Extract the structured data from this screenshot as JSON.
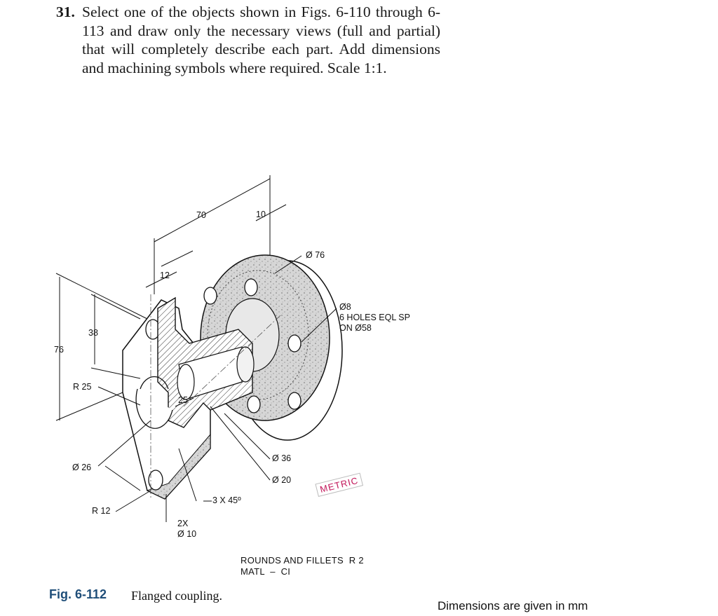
{
  "problem": {
    "number": "31.",
    "text": "Select one of the objects shown in Figs. 6-110 through 6-113 and draw only the necessary views (full and partial) that will completely describe each part. Add dimensions and machining symbols where required. Scale 1:1."
  },
  "dimensions": {
    "d70": "70",
    "d10": "10",
    "d12": "12",
    "d38": "38",
    "d76": "76",
    "r25": "R 25",
    "d25": "25",
    "dia26": "Ø 26",
    "r12": "R 12",
    "hole2x_a": "2X",
    "hole2x_b": "Ø 10",
    "chamfer": "3 X 45º",
    "dia36": "Ø 36",
    "dia20": "Ø 20",
    "dia76": "Ø 76",
    "holes_a": "Ø8",
    "holes_b": "6 HOLES EQL SP",
    "holes_c": "ON Ø58"
  },
  "metric_stamp": "METRIC",
  "notes": {
    "rounds": "ROUNDS AND FILLETS  R 2",
    "material": "MATL  –  CI"
  },
  "caption": {
    "figure_number": "Fig. 6-112",
    "figure_title": "Flanged coupling."
  },
  "footer_note": "Dimensions are given in mm",
  "colors": {
    "figure_number": "#1f4e79",
    "metric_stamp": "#c2185b",
    "section_shading": "#d0d0d0"
  }
}
